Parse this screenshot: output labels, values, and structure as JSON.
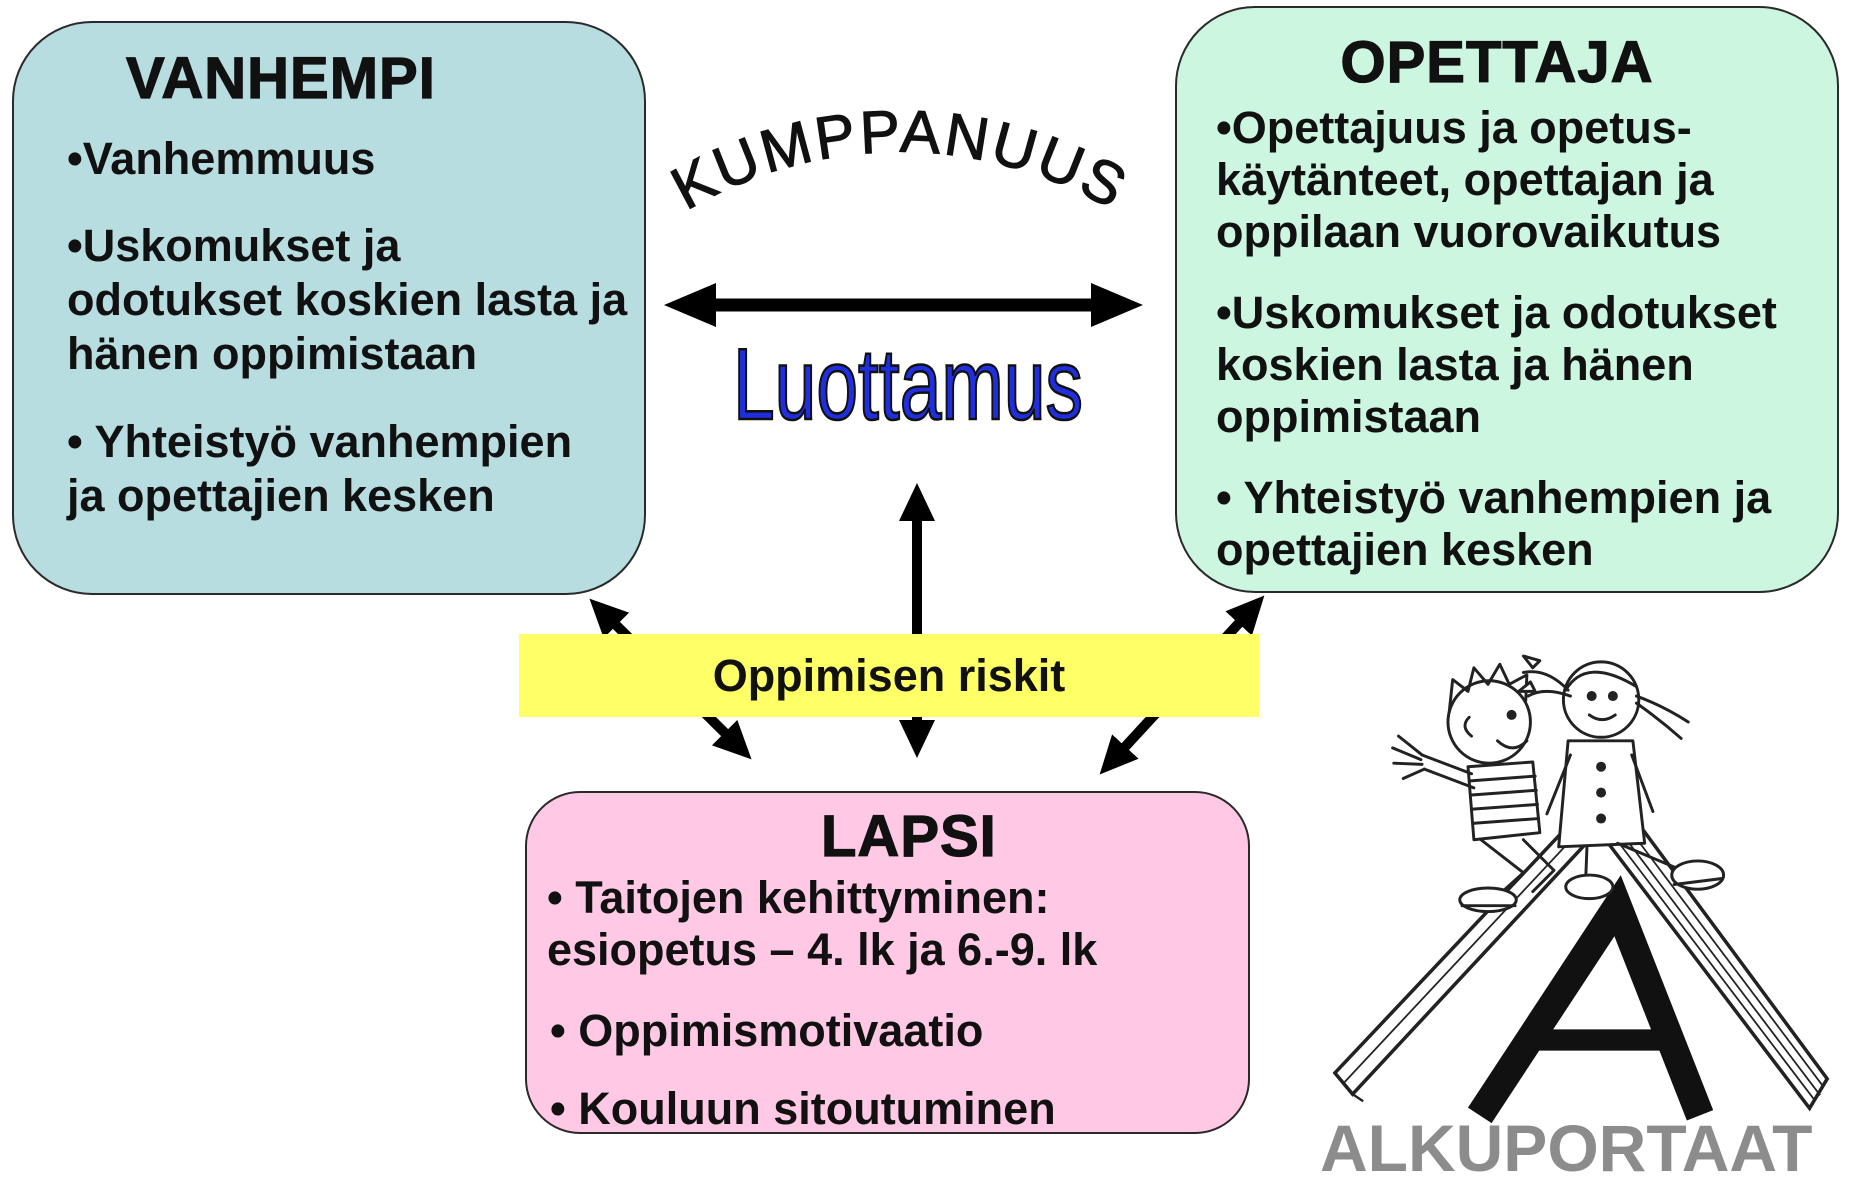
{
  "center": {
    "partnership_label": "KUMPPANUUS",
    "trust_label": "Luottamus",
    "risk_label": "Oppimisen riskit"
  },
  "parent": {
    "title": "VANHEMPI",
    "items": [
      {
        "lines": [
          "•Vanhemmuus"
        ]
      },
      {
        "lines": [
          "•Uskomukset ja",
          "odotukset koskien lasta ja",
          "hänen oppimistaan"
        ]
      },
      {
        "lines": [
          "• Yhteistyö vanhempien",
          "ja opettajien kesken"
        ]
      }
    ]
  },
  "teacher": {
    "title": "OPETTAJA",
    "items": [
      {
        "lines": [
          "•Opettajuus ja opetus-",
          "käytänteet, opettajan ja",
          "oppilaan vuorovaikutus"
        ]
      },
      {
        "lines": [
          "•Uskomukset ja odotukset",
          "koskien lasta ja hänen",
          "oppimistaan"
        ]
      },
      {
        "lines": [
          "• Yhteistyö vanhempien ja",
          "opettajien kesken"
        ]
      }
    ]
  },
  "child": {
    "title": "LAPSI",
    "items": [
      {
        "lines": [
          "• Taitojen kehittyminen:",
          "esiopetus – 4. lk ja 6.-9. lk"
        ]
      },
      {
        "lines": [
          "• Oppimismotivaatio"
        ]
      },
      {
        "lines": [
          "• Kouluun sitoutuminen"
        ]
      }
    ]
  },
  "logo": {
    "text": "ALKUPORTAAT",
    "icon": "children-on-slide-icon"
  },
  "colors": {
    "parent_box": "#b7dde1",
    "teacher_box": "#ccf6e0",
    "child_box": "#ffc8e5",
    "risk_bar": "#ffff66",
    "trust_text": "#1f2fe0",
    "logo_text": "#8c8c8c",
    "arrows": "#000000"
  }
}
